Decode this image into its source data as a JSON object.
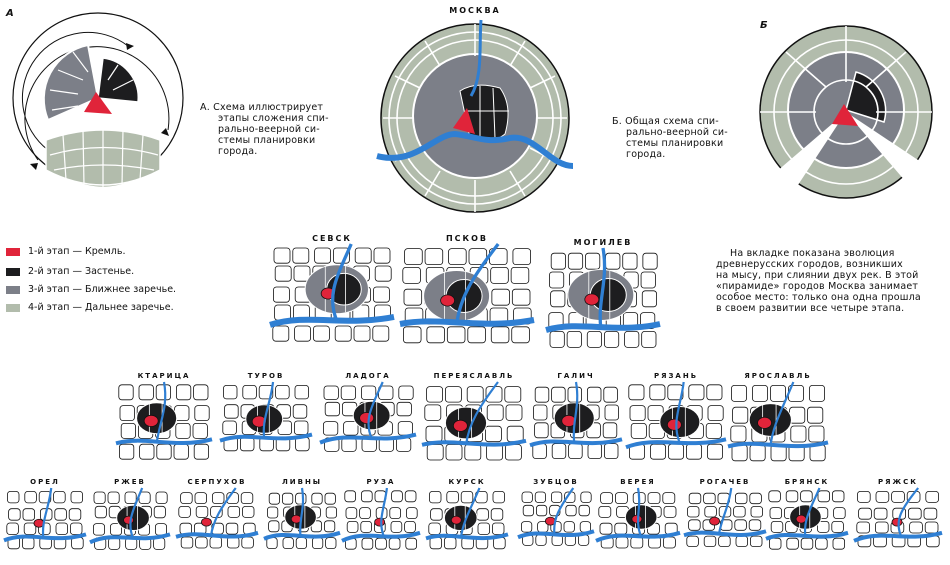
{
  "colors": {
    "kremlin": "#e0243a",
    "zastenye": "#1d1d1f",
    "near": "#7c7f88",
    "far": "#b2bcac",
    "river": "#2f7fd3",
    "outline": "#111111"
  },
  "diagram_a": {
    "letter": "А",
    "caption_lines": [
      "А. Схема иллюстрирует",
      "этапы сложения спи-",
      "рально-веерной си-",
      "стемы планировки",
      "города."
    ]
  },
  "moscow": {
    "title": "МОСКВА"
  },
  "diagram_b": {
    "letter": "Б",
    "caption_lines": [
      "Б. Общая схема спи-",
      "рально-веерной си-",
      "стемы планировки",
      "города."
    ]
  },
  "legend": [
    {
      "text": "1-й этап — Кремль.",
      "color": "#e0243a"
    },
    {
      "text": "2-й этап — Застенье.",
      "color": "#1d1d1f"
    },
    {
      "text": "3-й этап — Ближнее заречье.",
      "color": "#7c7f88"
    },
    {
      "text": "4-й этап — Дальнее заречье.",
      "color": "#b2bcac"
    }
  ],
  "note_lines": [
    "На вкладке показана эволюция",
    "древнерусских городов, возникших",
    "на мысу, при слиянии двух рек. В этой",
    "«пирамиде» городов Москва занимает",
    "особое место: только она одна прошла",
    "в своем развитии все четыре этапа."
  ],
  "row1": [
    "СЕВСК",
    "ПСКОВ",
    "МОГИЛЕВ"
  ],
  "row2": [
    "КТАРИЦА",
    "ТУРОВ",
    "ЛАДОГА",
    "ПЕРЕЯСЛАВЛЬ",
    "ГАЛИЧ",
    "РЯЗАНЬ",
    "ЯРОСЛАВЛЬ"
  ],
  "row3": [
    "ОРЕЛ",
    "РЖЕВ",
    "СЕРПУХОВ",
    "ЛИВНЫ",
    "РУЗА",
    "КУРСК",
    "ЗУБЦОВ",
    "ВЕРЕЯ",
    "РОГАЧЕВ",
    "БРЯНСК",
    "РЯЖСК"
  ]
}
